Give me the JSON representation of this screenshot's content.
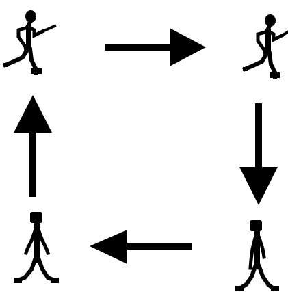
{
  "diagram": {
    "ink_color": "#000000",
    "background_color": "#ffffff",
    "figures": [
      {
        "id": "top-left",
        "pose": "walking-with-stick",
        "facing": "right"
      },
      {
        "id": "top-right",
        "pose": "walking-with-stick",
        "facing": "right"
      },
      {
        "id": "bottom-right",
        "pose": "walking",
        "facing": "right"
      },
      {
        "id": "bottom-left",
        "pose": "walking",
        "facing": "right"
      }
    ],
    "arrows": [
      {
        "id": "top",
        "direction": "right",
        "from": "top-left",
        "to": "top-right"
      },
      {
        "id": "right",
        "direction": "down",
        "from": "top-right",
        "to": "bottom-right"
      },
      {
        "id": "bottom",
        "direction": "left",
        "from": "bottom-right",
        "to": "bottom-left"
      },
      {
        "id": "left",
        "direction": "up",
        "from": "bottom-left",
        "to": "top-left"
      }
    ]
  }
}
